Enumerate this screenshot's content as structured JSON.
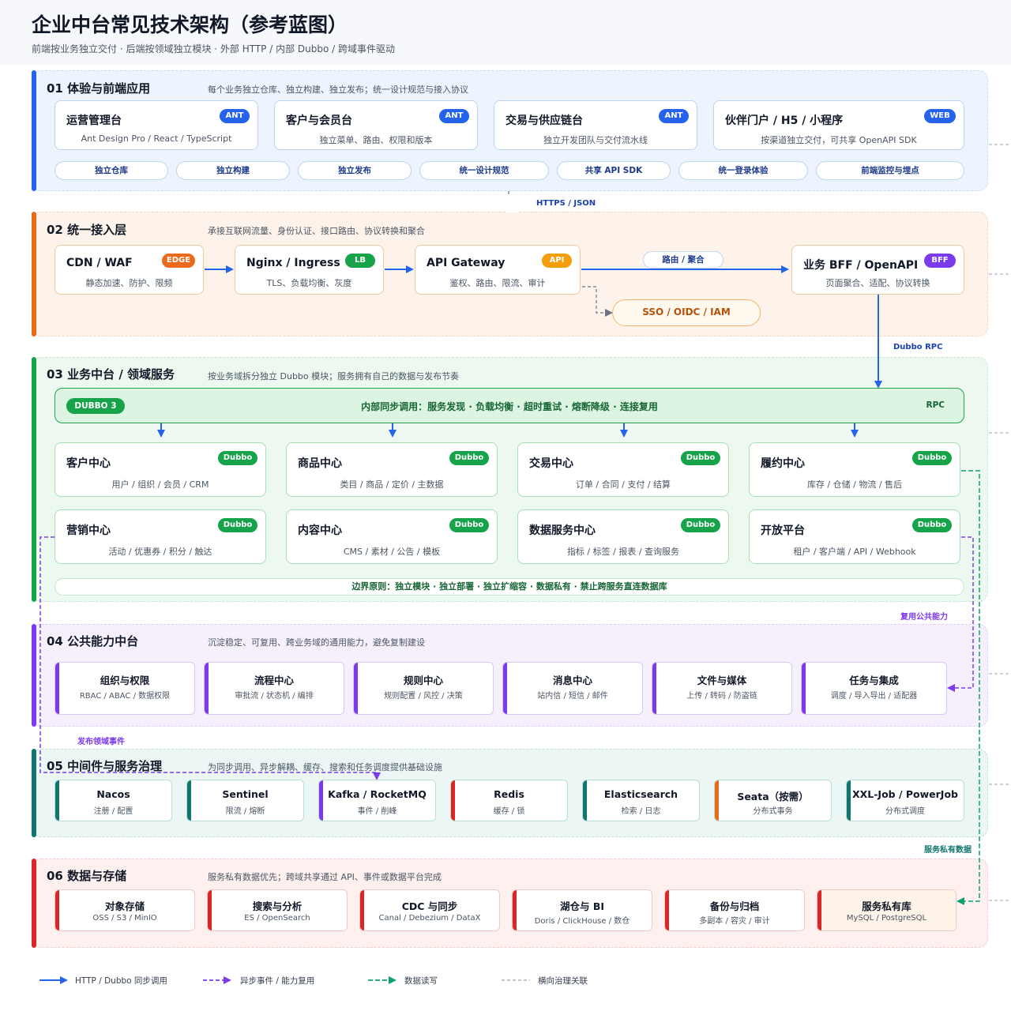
{
  "header": {
    "title": "企业中台常见技术架构（参考蓝图）",
    "subtitle": "前端按业务独立交付 · 后端按领域独立模块 · 外部 HTTP / 内部 Dubbo / 跨域事件驱动"
  },
  "colors": {
    "blue": "#2563eb",
    "orange": "#ea6a1a",
    "green": "#16a34a",
    "purple": "#7c3aed",
    "teal": "#0f766e",
    "red": "#dc2626"
  },
  "layer1": {
    "title": "01 体验与前端应用",
    "desc": "每个业务独立仓库、独立构建、独立发布；统一设计规范与接入协议",
    "apps": [
      {
        "name": "运营管理台",
        "badge": "ANT",
        "sub": "Ant Design Pro / React / TypeScript"
      },
      {
        "name": "客户与会员台",
        "badge": "ANT",
        "sub": "独立菜单、路由、权限和版本"
      },
      {
        "name": "交易与供应链台",
        "badge": "ANT",
        "sub": "独立开发团队与交付流水线"
      },
      {
        "name": "伙伴门户 / H5 / 小程序",
        "badge": "WEB",
        "sub": "按渠道独立交付，可共享 OpenAPI SDK"
      }
    ],
    "pills": [
      "独立仓库",
      "独立构建",
      "独立发布",
      "统一设计规范",
      "共享 API SDK",
      "统一登录体验",
      "前端监控与埋点"
    ]
  },
  "conn_https": "HTTPS / JSON",
  "layer2": {
    "title": "02 统一接入层",
    "desc": "承接互联网流量、身份认证、接口路由、协议转换和聚合",
    "nodes": [
      {
        "name": "CDN / WAF",
        "badge": "EDGE",
        "sub": "静态加速、防护、限频"
      },
      {
        "name": "Nginx / Ingress",
        "badge": "LB",
        "sub": "TLS、负载均衡、灰度"
      },
      {
        "name": "API Gateway",
        "badge": "API",
        "sub": "鉴权、路由、限流、审计"
      },
      {
        "name": "业务 BFF / OpenAPI",
        "badge": "BFF",
        "sub": "页面聚合、适配、协议转换"
      }
    ],
    "route_label": "路由 / 聚合",
    "sso": "SSO / OIDC / IAM"
  },
  "conn_dubbo": "Dubbo RPC",
  "layer3": {
    "title": "03 业务中台 / 领域服务",
    "desc": "按业务域拆分独立 Dubbo 模块；服务拥有自己的数据与发布节奏",
    "bus_badge": "DUBBO 3",
    "bus_text": "内部同步调用：服务发现 · 负载均衡 · 超时重试 · 熔断降级 · 连接复用",
    "bus_tag": "RPC",
    "services": [
      {
        "name": "客户中心",
        "badge": "Dubbo",
        "sub": "用户 / 组织 / 会员 / CRM"
      },
      {
        "name": "商品中心",
        "badge": "Dubbo",
        "sub": "类目 / 商品 / 定价 / 主数据"
      },
      {
        "name": "交易中心",
        "badge": "Dubbo",
        "sub": "订单 / 合同 / 支付 / 结算"
      },
      {
        "name": "履约中心",
        "badge": "Dubbo",
        "sub": "库存 / 仓储 / 物流 / 售后"
      },
      {
        "name": "营销中心",
        "badge": "Dubbo",
        "sub": "活动 / 优惠券 / 积分 / 触达"
      },
      {
        "name": "内容中心",
        "badge": "Dubbo",
        "sub": "CMS / 素材 / 公告 / 模板"
      },
      {
        "name": "数据服务中心",
        "badge": "Dubbo",
        "sub": "指标 / 标签 / 报表 / 查询服务"
      },
      {
        "name": "开放平台",
        "badge": "Dubbo",
        "sub": "租户 / 客户端 / API / Webhook"
      }
    ],
    "boundary": "边界原则：独立模块 · 独立部署 · 独立扩缩容 · 数据私有 · 禁止跨服务直连数据库"
  },
  "label_reuse": "复用公共能力",
  "layer4": {
    "title": "04 公共能力中台",
    "desc": "沉淀稳定、可复用、跨业务域的通用能力，避免复制建设",
    "items": [
      {
        "name": "组织与权限",
        "sub": "RBAC / ABAC / 数据权限"
      },
      {
        "name": "流程中心",
        "sub": "审批流 / 状态机 / 编排"
      },
      {
        "name": "规则中心",
        "sub": "规则配置 / 风控 / 决策"
      },
      {
        "name": "消息中心",
        "sub": "站内信 / 短信 / 邮件"
      },
      {
        "name": "文件与媒体",
        "sub": "上传 / 转码 / 防盗链"
      },
      {
        "name": "任务与集成",
        "sub": "调度 / 导入导出 / 适配器"
      }
    ]
  },
  "label_event": "发布领域事件",
  "layer5": {
    "title": "05 中间件与服务治理",
    "desc": "为同步调用、异步解耦、缓存、搜索和任务调度提供基础设施",
    "items": [
      {
        "name": "Nacos",
        "sub": "注册 / 配置"
      },
      {
        "name": "Sentinel",
        "sub": "限流 / 熔断"
      },
      {
        "name": "Kafka / RocketMQ",
        "sub": "事件 / 削峰"
      },
      {
        "name": "Redis",
        "sub": "缓存 / 锁"
      },
      {
        "name": "Elasticsearch",
        "sub": "检索 / 日志"
      },
      {
        "name": "Seata（按需）",
        "sub": "分布式事务"
      },
      {
        "name": "XXL-Job / PowerJob",
        "sub": "分布式调度"
      }
    ]
  },
  "label_private": "服务私有数据",
  "layer6": {
    "title": "06 数据与存储",
    "desc": "服务私有数据优先；跨域共享通过 API、事件或数据平台完成",
    "items": [
      {
        "name": "对象存储",
        "sub": "OSS / S3 / MinIO"
      },
      {
        "name": "搜索与分析",
        "sub": "ES / OpenSearch"
      },
      {
        "name": "CDC 与同步",
        "sub": "Canal / Debezium / DataX"
      },
      {
        "name": "湖仓与 BI",
        "sub": "Doris / ClickHouse / 数仓"
      },
      {
        "name": "备份与归档",
        "sub": "多副本 / 容灾 / 审计"
      },
      {
        "name": "服务私有库",
        "sub": "MySQL / PostgreSQL"
      }
    ]
  },
  "legend": [
    {
      "icon": "blue-solid-arrow",
      "label": "HTTP / Dubbo 同步调用"
    },
    {
      "icon": "purple-dashed-arrow",
      "label": "异步事件 / 能力复用"
    },
    {
      "icon": "green-dashed-arrow",
      "label": "数据读写"
    },
    {
      "icon": "gray-dashed-line",
      "label": "横向治理关联"
    }
  ]
}
